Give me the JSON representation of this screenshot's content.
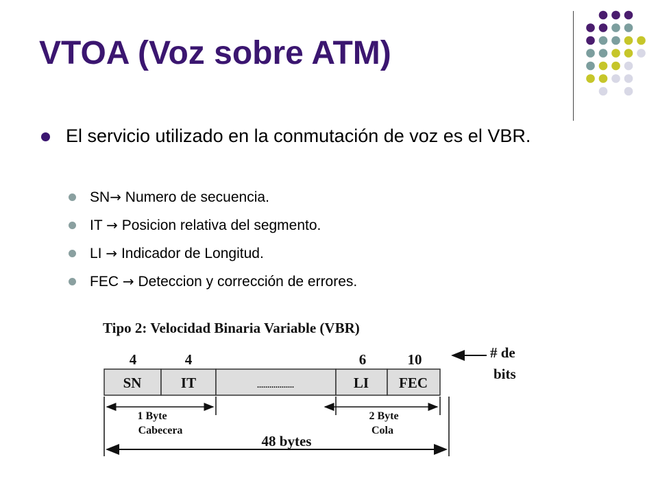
{
  "slide": {
    "title": "VTOA (Voz sobre ATM)",
    "bullet_main": "El servicio utilizado en la conmutación de voz es el VBR.",
    "sub_bullets": [
      {
        "term": "SN",
        "arrow": "→",
        "text": " Numero de secuencia."
      },
      {
        "term": "IT ",
        "arrow": "→",
        "text": " Posicion relativa del segmento."
      },
      {
        "term": "LI ",
        "arrow": "→",
        "text": " Indicador de Longitud."
      },
      {
        "term": "FEC ",
        "arrow": "→",
        "text": " Deteccion y corrección de errores."
      }
    ]
  },
  "figure": {
    "heading": "Tipo 2: Velocidad Binaria Variable (VBR)",
    "fields": [
      {
        "label": "SN",
        "bits": "4"
      },
      {
        "label": "IT",
        "bits": "4"
      },
      {
        "label": "..................",
        "bits": ""
      },
      {
        "label": "LI",
        "bits": "6"
      },
      {
        "label": "FEC",
        "bits": "10"
      }
    ],
    "bits_label_line1": "# de",
    "bits_label_line2": "bits",
    "header_span_line1": "1 Byte",
    "header_span_line2": "Cabecera",
    "tail_span_line1": "2 Byte",
    "tail_span_line2": "Cola",
    "total_span": "48 bytes"
  },
  "colors": {
    "title": "#3b1670",
    "dot_purple": "#4a1d6e",
    "dot_teal": "#7c9e9e",
    "dot_olive": "#c6c62a",
    "dot_lavender": "#d8d8e6"
  }
}
